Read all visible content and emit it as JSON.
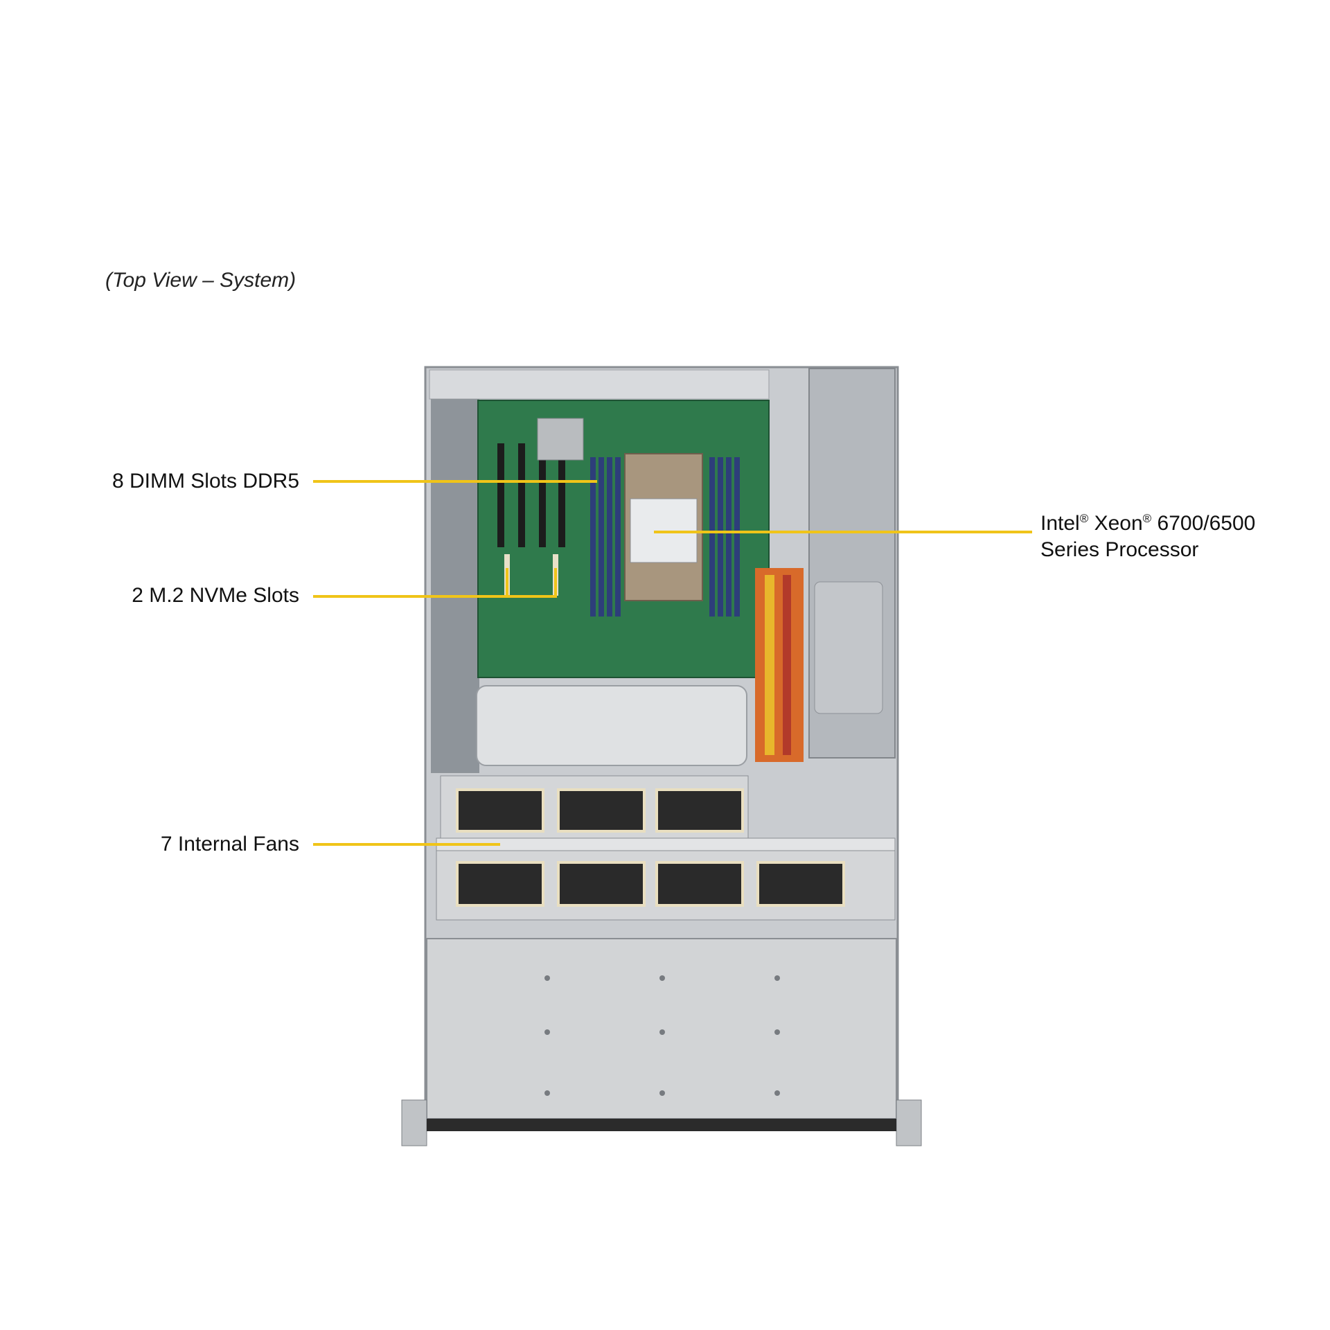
{
  "caption": "(Top View – System)",
  "callouts": {
    "dimm": "8 DIMM Slots DDR5",
    "nvme": "2 M.2 NVMe Slots",
    "fans": "7 Internal Fans",
    "cpu_line1_a": "Intel",
    "cpu_line1_sup1": "®",
    "cpu_line1_b": " Xeon",
    "cpu_line1_sup2": "®",
    "cpu_line1_c": " 6700/6500",
    "cpu_line2": "Series Processor"
  },
  "colors": {
    "callout_line": "#f0c419",
    "pcb": "#2f7a4c",
    "chassis": "#c9ccd0"
  }
}
